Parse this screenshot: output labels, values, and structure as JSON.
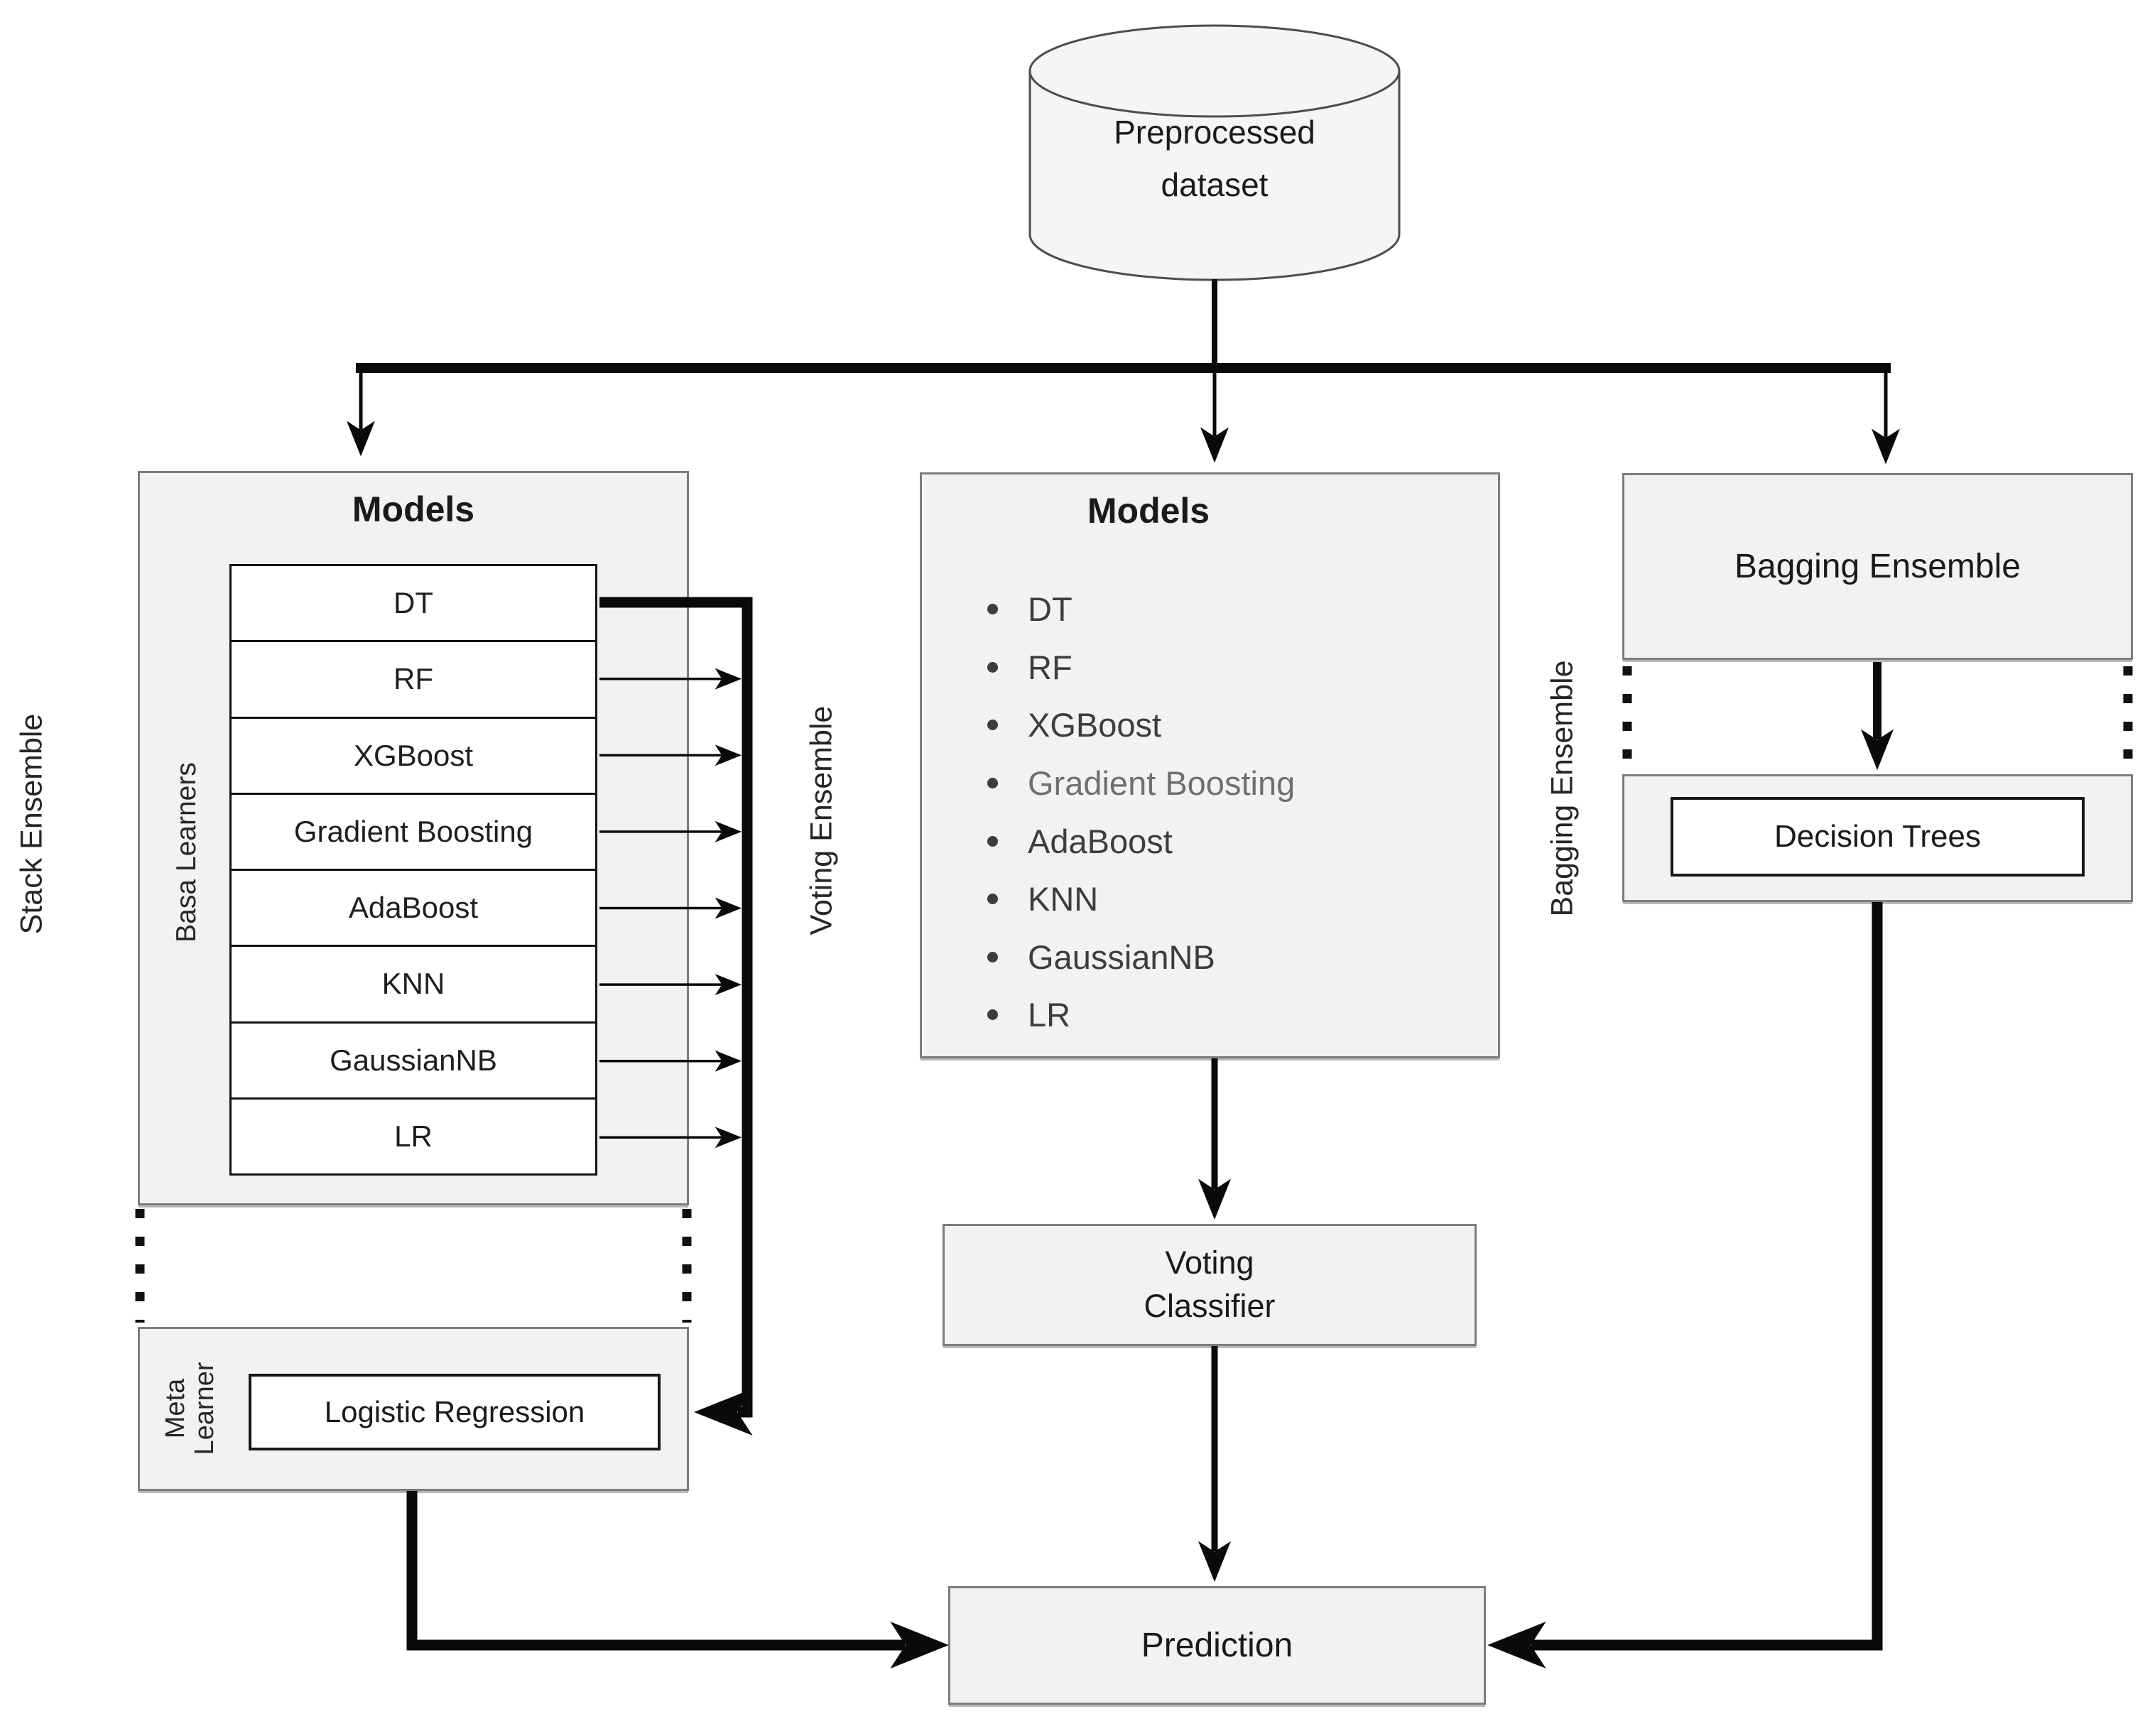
{
  "figure": {
    "dataset": {
      "label_line1": "Preprocessed",
      "label_line2": "dataset"
    },
    "stack_ensemble": {
      "side_label": "Stack Ensemble",
      "models_box_title": "Models",
      "base_learners_label": "Basa Learners",
      "base_learners": [
        "DT",
        "RF",
        "XGBoost",
        "Gradient Boosting",
        "AdaBoost",
        "KNN",
        "GaussianNB",
        "LR"
      ],
      "meta_learner_label_line1": "Meta",
      "meta_learner_label_line2": "Learner",
      "meta_learner_model": "Logistic Regression"
    },
    "voting_ensemble": {
      "side_label": "Voting Ensemble",
      "models_box_title": "Models",
      "models": [
        "DT",
        "RF",
        "XGBoost",
        "Gradient Boosting",
        "AdaBoost",
        "KNN",
        "GaussianNB",
        "LR"
      ],
      "classifier_label_line1": "Voting",
      "classifier_label_line2": "Classifier"
    },
    "bagging_ensemble": {
      "side_label": "Bagging Ensemble",
      "ensemble_box_label": "Bagging Ensemble",
      "base_model_label": "Decision Trees"
    },
    "prediction_label": "Prediction",
    "colors": {
      "box_fill": "#f2f2f2",
      "box_border": "#7d7d7d",
      "inner_box_border": "#161616",
      "line_color": "#0a0a0a",
      "list_text": "#3d3d3d",
      "muted_item_text": "#6f6f6f"
    }
  }
}
